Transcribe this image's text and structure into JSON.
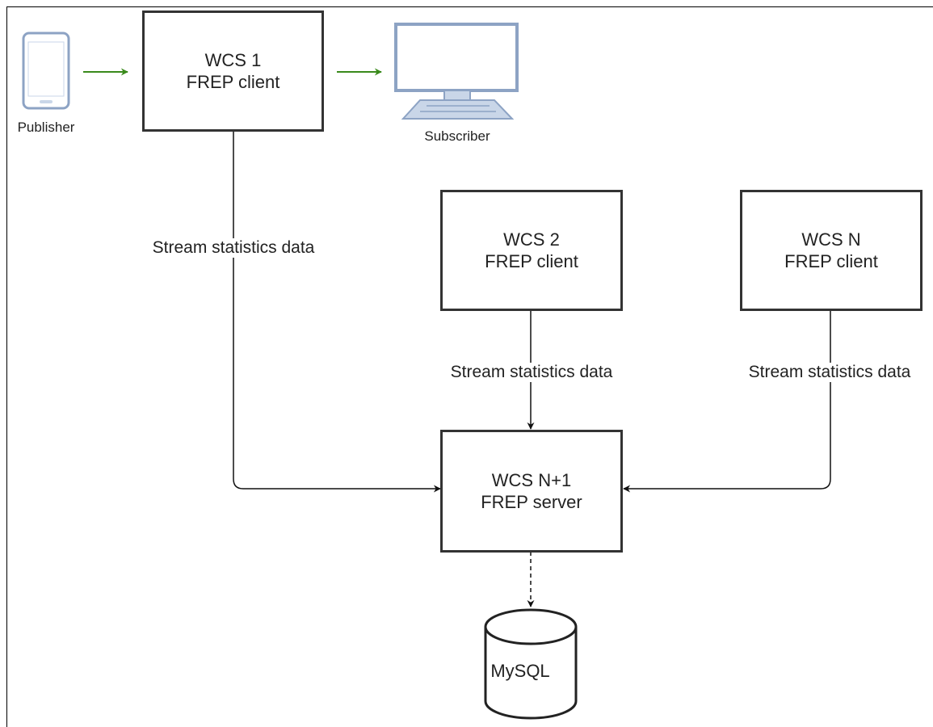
{
  "nodes": {
    "wcs1": {
      "line1": "WCS 1",
      "line2": "FREP client"
    },
    "wcs2": {
      "line1": "WCS 2",
      "line2": "FREP client"
    },
    "wcsn": {
      "line1": "WCS N",
      "line2": "FREP client"
    },
    "server": {
      "line1": "WCS N+1",
      "line2": "FREP server"
    },
    "database": {
      "label": "MySQL"
    }
  },
  "devices": {
    "publisher": {
      "label": "Publisher",
      "icon": "smartphone-icon"
    },
    "subscriber": {
      "label": "Subscriber",
      "icon": "desktop-monitor-icon"
    }
  },
  "edges": {
    "wcs1_to_server": "Stream statistics data",
    "wcs2_to_server": "Stream statistics data",
    "wcsn_to_server": "Stream statistics data"
  },
  "colors": {
    "stream_arrow": "#3a8a1c",
    "device_stroke": "#8da3c4",
    "device_fill": "#c9d6e8",
    "box_border": "#333333"
  }
}
